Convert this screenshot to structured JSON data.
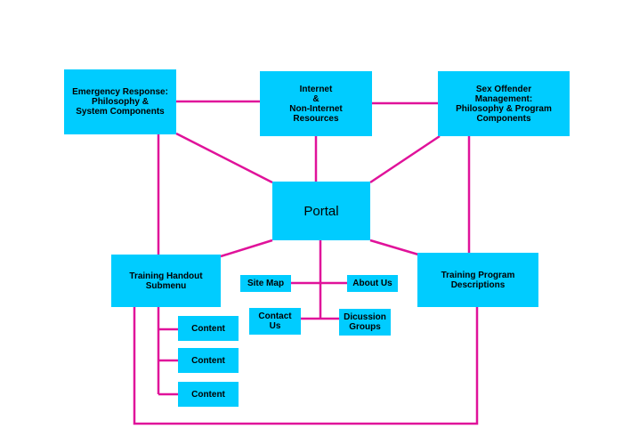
{
  "colors": {
    "box": "#00ccff",
    "connector": "#e0129a",
    "background": "#ffffff"
  },
  "nodes": {
    "emergency": "Emergency Response:\nPhilosophy &\nSystem Components",
    "internet": "Internet\n&\nNon-Internet\nResources",
    "sex_offender": "Sex Offender\nManagement:\nPhilosophy & Program\nComponents",
    "portal": "Portal",
    "training_handout": "Training Handout\nSubmenu",
    "training_program": "Training Program\nDescriptions",
    "site_map": "Site Map",
    "about_us": "About Us",
    "contact_us": "Contact\nUs",
    "discussion_groups": "Dicussion\nGroups",
    "content_1": "Content",
    "content_2": "Content",
    "content_3": "Content"
  }
}
